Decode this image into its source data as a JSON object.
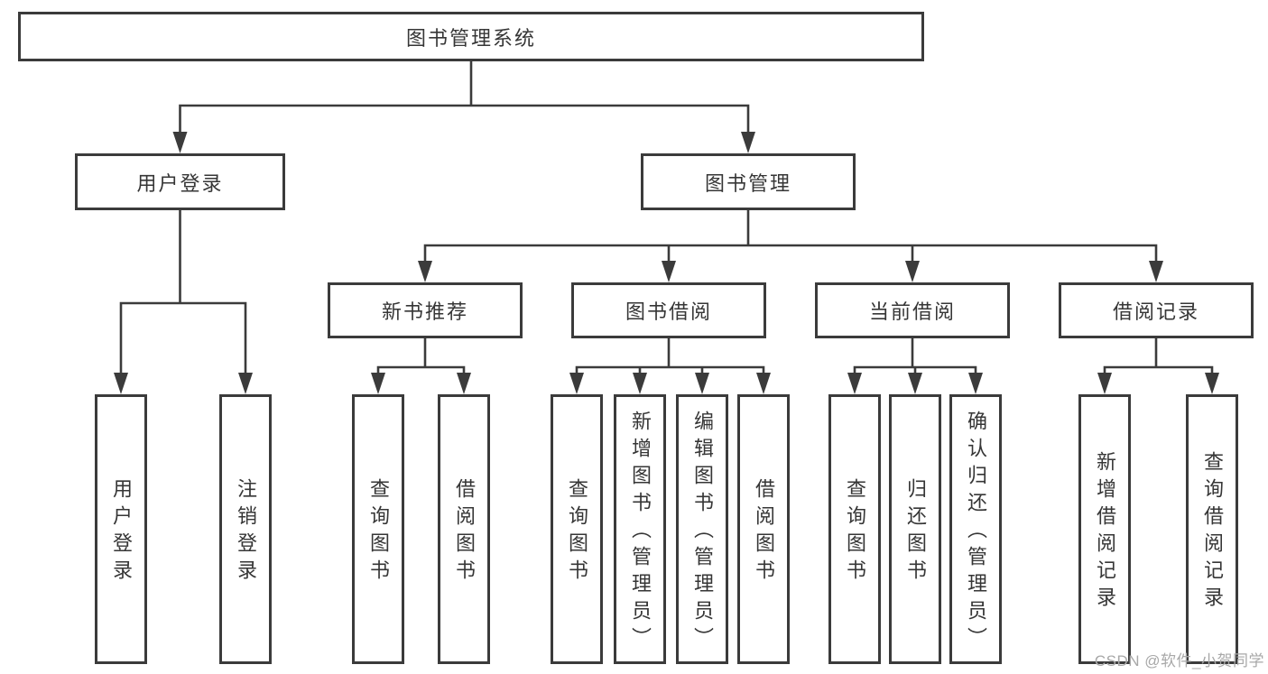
{
  "diagram": {
    "nodes": [
      {
        "id": "root",
        "label": "图书管理系统",
        "children": [
          "login",
          "mgmt"
        ]
      },
      {
        "id": "login",
        "label": "用户登录",
        "children": [
          "user-login",
          "logout"
        ]
      },
      {
        "id": "mgmt",
        "label": "图书管理",
        "children": [
          "newbook",
          "borrow",
          "current",
          "record"
        ]
      },
      {
        "id": "newbook",
        "label": "新书推荐",
        "children": [
          "nb-query",
          "nb-borrow"
        ]
      },
      {
        "id": "borrow",
        "label": "图书借阅",
        "children": [
          "b-query",
          "b-add",
          "b-edit",
          "b-borrow"
        ]
      },
      {
        "id": "current",
        "label": "当前借阅",
        "children": [
          "c-query",
          "c-return",
          "c-confirm"
        ]
      },
      {
        "id": "record",
        "label": "借阅记录",
        "children": [
          "r-add",
          "r-query"
        ]
      },
      {
        "id": "user-login",
        "label": "用户登录"
      },
      {
        "id": "logout",
        "label": "注销登录"
      },
      {
        "id": "nb-query",
        "label": "查询图书"
      },
      {
        "id": "nb-borrow",
        "label": "借阅图书"
      },
      {
        "id": "b-query",
        "label": "查询图书"
      },
      {
        "id": "b-add",
        "label": "新增图书（管理员）"
      },
      {
        "id": "b-edit",
        "label": "编辑图书（管理员）"
      },
      {
        "id": "b-borrow",
        "label": "借阅图书"
      },
      {
        "id": "c-query",
        "label": "查询图书"
      },
      {
        "id": "c-return",
        "label": "归还图书"
      },
      {
        "id": "c-confirm",
        "label": "确认归还（管理员）"
      },
      {
        "id": "r-add",
        "label": "新增借阅记录"
      },
      {
        "id": "r-query",
        "label": "查询借阅记录"
      }
    ],
    "line_color": "#3b3b3b",
    "text_color": "#363636"
  },
  "watermark": {
    "text": "CSDN @软件_小贺同学",
    "color": "#a8a8a8"
  }
}
